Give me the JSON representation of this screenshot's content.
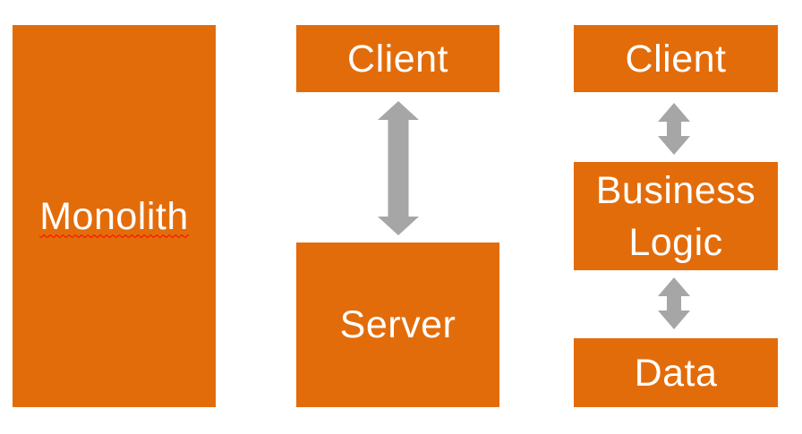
{
  "diagram": {
    "colors": {
      "background": "#FFFFFF",
      "node_fill": "#E36C0A",
      "node_text": "#FFFFFF",
      "arrow_fill": "#A6A6A6",
      "squiggle": "#FF0000"
    },
    "monolith": {
      "label": "Monolith",
      "spellcheck_underline": true
    },
    "client_server": {
      "client_label": "Client",
      "server_label": "Server",
      "connector": "double-headed-vertical-arrow"
    },
    "three_tier": {
      "client_label": "Client",
      "business_logic_label": "Business Logic",
      "data_label": "Data",
      "connectors": [
        "double-headed-vertical-arrow",
        "double-headed-vertical-arrow"
      ]
    }
  }
}
